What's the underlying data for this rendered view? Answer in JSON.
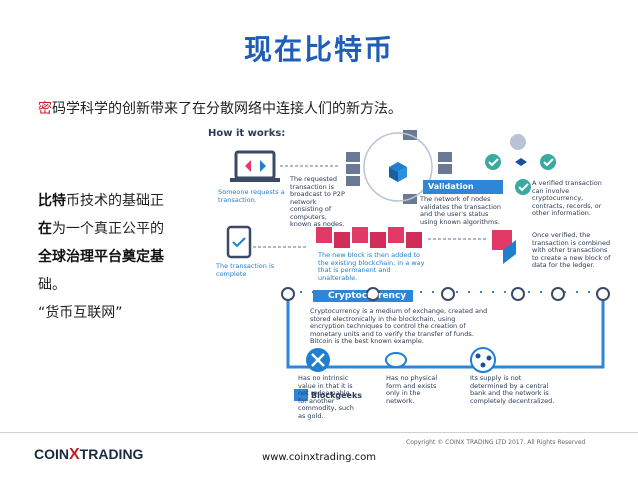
{
  "slide": {
    "title": "现在比特币",
    "subtitle_highlight": "密",
    "subtitle_rest": "码学科学的创新带来了在分散网络中连接人们的新方法。",
    "left_text": {
      "line1_dark": "比特",
      "line1_rest": "币技术的基础正",
      "line2_dark": "在",
      "line2_rest": "为一个真正公平的",
      "line3": "全球治理平台奠定基",
      "line4": "础。",
      "line5": "“货币互联网”"
    }
  },
  "infographic": {
    "heading": "How it works:",
    "step1": "Someone requests a transaction.",
    "step2": "The requested transaction is broadcast to P2P network consisting of computers, known as nodes.",
    "validation_label": "Validation",
    "step3": "The network of nodes validates the transaction and the user's status using known algorithms.",
    "step4": "A verified transaction can involve cryptocurrency, contracts, records, or other information.",
    "step5": "Once verified, the transaction is combined with other transactions to create a new block of data for the ledger.",
    "step6": "The new block is then added to the existing blockchain, in a way that is permanent and unalterable.",
    "step7": "The transaction is complete",
    "crypto_heading": "Cryptocurrency",
    "crypto_desc": "Cryptocurrency is a medium of exchange, created and stored electronically in the blockchain, using encryption techniques to control the creation of monetary units and to verify the transfer of funds. Bitcoin is the best known example.",
    "feature1": "Has no intrinsic value in that it is not redeemable for another commodity, such as gold.",
    "feature2": "Has no physical form and exists only in the network.",
    "feature3": "Its supply is not determined by a central bank and the network is completely decentralized.",
    "brand": "Blockgeeks"
  },
  "footer": {
    "copyright": "Copyright © COINX TRADING LTD 2017. All Rights Reserved",
    "url": "www.coinxtrading.com",
    "logo_part1": "COIN",
    "logo_x": "X",
    "logo_part2": "TRADING"
  },
  "colors": {
    "title": "#1f5db8",
    "accent_red": "#c0202a",
    "info_blue": "#1f7fd0",
    "cube_pink": "#e23a66",
    "check_teal": "#3aa9a0"
  }
}
